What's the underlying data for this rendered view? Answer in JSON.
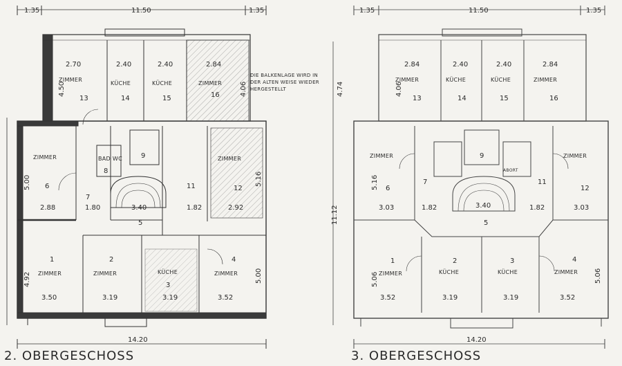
{
  "plans": [
    {
      "title": "2. OBERGESCHOSS",
      "top_dims": [
        "1.35",
        "11.50",
        "1.35"
      ],
      "bottom_dim": "14.20",
      "left_dims": [
        "4.50",
        "5.00",
        "4.92"
      ],
      "right_dims": [
        "4.06",
        "5.16",
        "5.00"
      ],
      "rooms": [
        {
          "name": "ZIMMER",
          "num": "13",
          "dim": "2.70"
        },
        {
          "name": "KÜCHE",
          "num": "14",
          "dim": "2.40"
        },
        {
          "name": "KÜCHE",
          "num": "15",
          "dim": "2.40"
        },
        {
          "name": "ZIMMER",
          "num": "16",
          "dim": "2.84"
        },
        {
          "name": "ZIMMER",
          "num": "6",
          "dim": "2.88"
        },
        {
          "name": "",
          "num": "7",
          "dim": "1.80"
        },
        {
          "name": "BAD WC",
          "num": "8",
          "dim": ""
        },
        {
          "name": "",
          "num": "9",
          "dim": ""
        },
        {
          "name": "",
          "num": "5",
          "dim": "3.40"
        },
        {
          "name": "",
          "num": "11",
          "dim": "1.82"
        },
        {
          "name": "ZIMMER",
          "num": "12",
          "dim": "2.92"
        },
        {
          "name": "ZIMMER",
          "num": "1",
          "dim": "3.50"
        },
        {
          "name": "ZIMMER",
          "num": "2",
          "dim": "3.19"
        },
        {
          "name": "KÜCHE",
          "num": "3",
          "dim": "3.19"
        },
        {
          "name": "ZIMMER",
          "num": "4",
          "dim": "3.52"
        }
      ],
      "note": "DIE BALKENLAGE WIRD IN DER ALTEN WEISE WIEDER HERGESTELLT"
    },
    {
      "title": "3. OBERGESCHOSS",
      "top_dims": [
        "1.35",
        "11.50",
        "1.35"
      ],
      "bottom_dim": "14.20",
      "left_dims": [
        "4.06",
        "5.16",
        "5.06"
      ],
      "right_dims": [
        "4.74",
        "11.12",
        "5.06"
      ],
      "rooms": [
        {
          "name": "ZIMMER",
          "num": "13",
          "dim": "2.84"
        },
        {
          "name": "KÜCHE",
          "num": "14",
          "dim": "2.40"
        },
        {
          "name": "KÜCHE",
          "num": "15",
          "dim": "2.40"
        },
        {
          "name": "ZIMMER",
          "num": "16",
          "dim": "2.84"
        },
        {
          "name": "ZIMMER",
          "num": "6",
          "dim": "3.03"
        },
        {
          "name": "",
          "num": "7",
          "dim": "1.82"
        },
        {
          "name": "",
          "num": "9",
          "dim": ""
        },
        {
          "name": "",
          "num": "5",
          "dim": "3.40"
        },
        {
          "name": "",
          "num": "11",
          "dim": "1.82"
        },
        {
          "name": "ZIMMER",
          "num": "12",
          "dim": "3.03"
        },
        {
          "name": "ZIMMER",
          "num": "1",
          "dim": "3.52"
        },
        {
          "name": "KÜCHE",
          "num": "2",
          "dim": "3.19"
        },
        {
          "name": "KÜCHE",
          "num": "3",
          "dim": "3.19"
        },
        {
          "name": "ZIMMER",
          "num": "4",
          "dim": "3.52"
        },
        {
          "name": "ABORT",
          "num": "",
          "dim": ""
        }
      ]
    }
  ]
}
